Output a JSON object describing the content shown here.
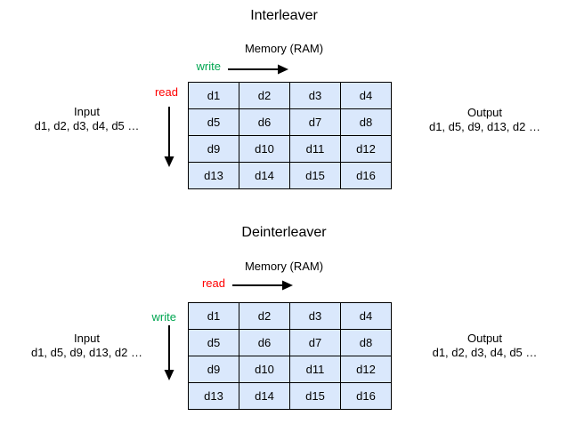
{
  "colors": {
    "write_green": "#00a651",
    "read_red": "#ff0000",
    "cell_fill": "#dae8fc",
    "arrow_black": "#000000",
    "background": "#ffffff"
  },
  "icons": {
    "horizontal_arrow": "arrow-right",
    "vertical_arrow": "arrow-down"
  },
  "sections": [
    {
      "title": "Interleaver",
      "memory_label": "Memory (RAM)",
      "horizontal_action": "write",
      "vertical_action": "read",
      "input": {
        "label": "Input",
        "sequence": "d1, d2, d3, d4, d5 …"
      },
      "output": {
        "label": "Output",
        "sequence": "d1, d5, d9, d13, d2 …"
      },
      "rows": [
        [
          "d1",
          "d2",
          "d3",
          "d4"
        ],
        [
          "d5",
          "d6",
          "d7",
          "d8"
        ],
        [
          "d9",
          "d10",
          "d11",
          "d12"
        ],
        [
          "d13",
          "d14",
          "d15",
          "d16"
        ]
      ]
    },
    {
      "title": "Deinterleaver",
      "memory_label": "Memory (RAM)",
      "horizontal_action": "read",
      "vertical_action": "write",
      "input": {
        "label": "Input",
        "sequence": "d1, d5, d9, d13, d2 …"
      },
      "output": {
        "label": "Output",
        "sequence": "d1, d2, d3, d4, d5 …"
      },
      "rows": [
        [
          "d1",
          "d2",
          "d3",
          "d4"
        ],
        [
          "d5",
          "d6",
          "d7",
          "d8"
        ],
        [
          "d9",
          "d10",
          "d11",
          "d12"
        ],
        [
          "d13",
          "d14",
          "d15",
          "d16"
        ]
      ]
    }
  ]
}
